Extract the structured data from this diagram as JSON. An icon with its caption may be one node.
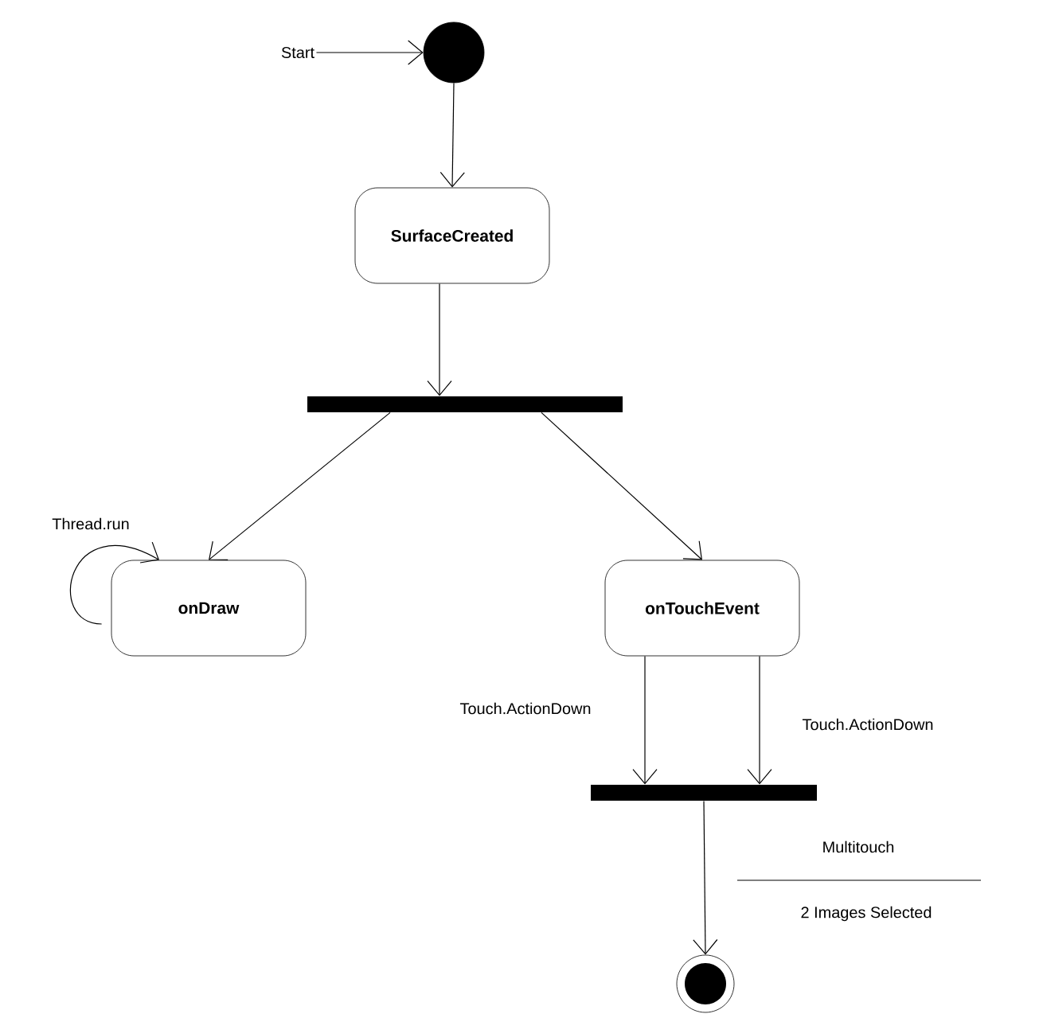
{
  "diagram": {
    "nodes": [
      {
        "text": [
          "Start"
        ]
      },
      {
        "text": [],
        "shape": "circle"
      },
      {
        "text": [
          "SurfaceCreated"
        ]
      },
      {
        "text": [],
        "shape": "bar"
      },
      {
        "text": [
          "onDraw"
        ]
      },
      {
        "text": [
          "onTouchEvent"
        ]
      },
      {
        "text": [],
        "shape": "bar"
      },
      {
        "text": [],
        "shape": "circle"
      }
    ],
    "edges": [
      {
        "from": 0,
        "to": 1,
        "arrow": "to"
      },
      {
        "from": 1,
        "to": 2,
        "arrow": "to"
      },
      {
        "from": 2,
        "to": 3,
        "arrow": "to"
      },
      {
        "from": 3,
        "to": 4,
        "arrow": "to"
      },
      {
        "from": 3,
        "to": 5,
        "arrow": "to"
      },
      {
        "from": 4,
        "to": 4,
        "arrow": "to",
        "label": "Thread.run"
      },
      {
        "from": 5,
        "to": 6,
        "arrow": "to",
        "label": "Touch.ActionDown"
      },
      {
        "from": 5,
        "to": 6,
        "arrow": "to",
        "label": "Touch.ActionDown"
      },
      {
        "from": 6,
        "to": 7,
        "arrow": "to"
      }
    ],
    "labels": [
      "Multitouch",
      "2 Images Selected"
    ]
  }
}
